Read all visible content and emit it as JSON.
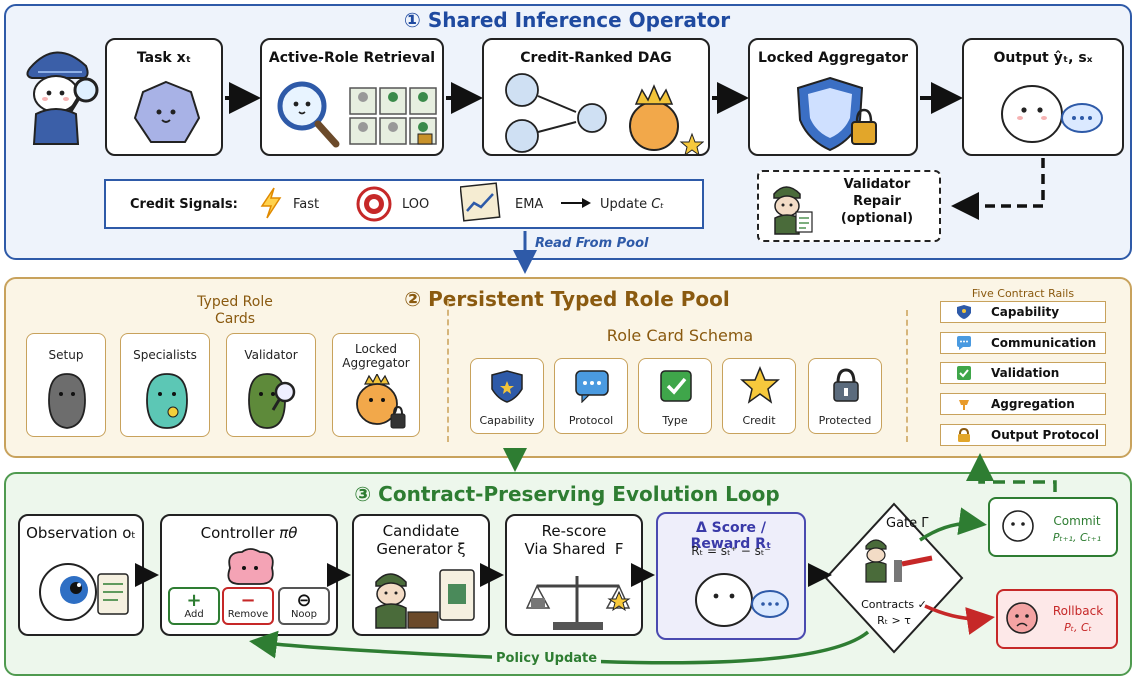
{
  "panel1": {
    "title": "① Shared Inference Operator",
    "task_title": "Task",
    "task_var": "xₜ",
    "retrieval_title": "Active-Role Retrieval",
    "dag_title": "Credit-Ranked DAG",
    "aggregator_title": "Locked Aggregator",
    "output_title": "Output",
    "output_var": "ŷₜ, sₓ",
    "credit_label": "Credit Signals:",
    "signal_fast": "Fast",
    "signal_loo": "LOO",
    "signal_ema": "EMA",
    "signal_update": "Update",
    "signal_update_var": "Cₜ",
    "validator_line1": "Validator",
    "validator_line2": "Repair",
    "validator_line3": "(optional)",
    "read_from_pool": "Read From Pool"
  },
  "panel2": {
    "title": "② Persistent Typed Role Pool",
    "typed_cards_line1": "Typed Role",
    "typed_cards_line2": "Cards",
    "cards": [
      "Setup",
      "Specialists",
      "Validator",
      "Locked Aggregator"
    ],
    "schema_title": "Role Card Schema",
    "schema": [
      "Capability",
      "Protocol",
      "Type",
      "Credit",
      "Protected"
    ],
    "rails_title": "Five Contract Rails",
    "rails": [
      "Capability",
      "Communication",
      "Validation",
      "Aggregation",
      "Output Protocol"
    ]
  },
  "panel3": {
    "title": "③ Contract-Preserving Evolution Loop",
    "observation": "Observation",
    "observation_var": "oₜ",
    "controller": "Controller",
    "controller_var": "πθ",
    "btn_add": "Add",
    "btn_remove": "Remove",
    "btn_noop": "Noop",
    "add_glyph": "+",
    "remove_glyph": "−",
    "noop_glyph": "⊖",
    "candidate_line1": "Candidate",
    "candidate_line2": "Generator",
    "candidate_var": "ξ",
    "rescore_line1": "Re-score",
    "rescore_line2": "Via Shared",
    "rescore_var": "F",
    "score_title": "Δ Score / Reward",
    "score_var": "Rₜ",
    "score_formula": "Rₜ = sₜ⁺ − sₜ⁻",
    "gate": "Gate Γ",
    "gate_contracts": "Contracts ✓",
    "gate_rule": "Rₜ > τ",
    "commit": "Commit",
    "commit_var": "Pₜ₊₁, Cₜ₊₁",
    "rollback": "Rollback",
    "rollback_var": "Pₜ, Cₜ",
    "policy_update": "Policy Update"
  },
  "colors": {
    "blue": "#2e5aa8",
    "gold": "#c8a25c",
    "green": "#2e7d32",
    "red": "#c62828",
    "purple": "#4a4ab0"
  }
}
